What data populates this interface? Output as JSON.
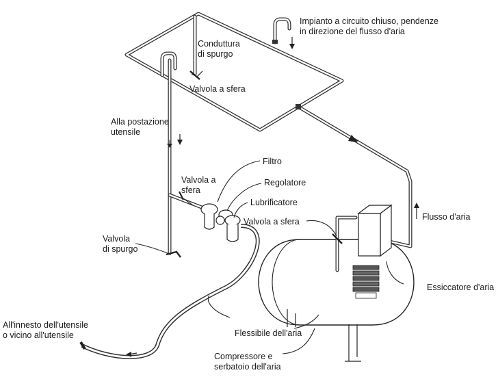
{
  "labels": {
    "closed_loop": [
      "Impianto a circuito chiuso, pendenze",
      "in direzione del flusso d'aria"
    ],
    "drain_line": [
      "Conduttura",
      "di spurgo"
    ],
    "ball_valve_top": [
      "Valvola a sfera"
    ],
    "to_tool_station": [
      "Alla postazione",
      "utensile"
    ],
    "filter": [
      "Filtro"
    ],
    "ball_valve_left": [
      "Valvola a",
      "sfera"
    ],
    "regulator": [
      "Regolatore"
    ],
    "lubricator": [
      "Lubrificatore"
    ],
    "ball_valve_right": [
      "Valvola a sfera"
    ],
    "air_flow": [
      "Flusso d'aria"
    ],
    "drain_valve": [
      "Valvola",
      "di spurgo"
    ],
    "air_dryer": [
      "Essiccatore d'aria"
    ],
    "tool_connection": [
      "All'innesto dell'utensile",
      "o vicino all'utensile"
    ],
    "air_hose": [
      "Flessibile dell'aria"
    ],
    "compressor_tank": [
      "Compressore e",
      "serbatoio dell'aria"
    ]
  }
}
